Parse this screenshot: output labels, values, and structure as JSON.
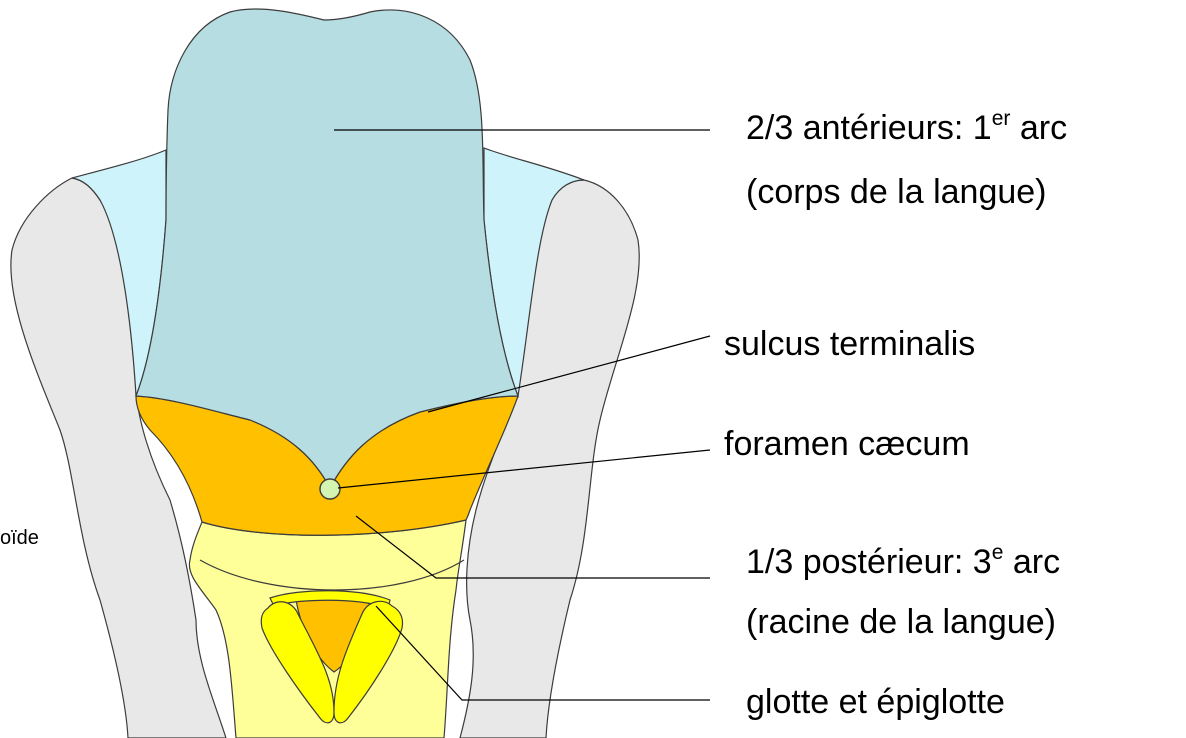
{
  "labels": {
    "anterior": {
      "line1_before": "2/3 antérieurs: 1",
      "line1_sup": "er",
      "line1_after": " arc",
      "line2": "(corps de la langue)"
    },
    "sulcus": "sulcus terminalis",
    "foramen": "foramen cæcum",
    "posterior": {
      "line1_before": "1/3 postérieur: 3",
      "line1_sup": "e",
      "line1_after": " arc",
      "line2": "(racine de la langue)"
    },
    "glotte": "glotte et épiglotte",
    "cut_left": "oïde"
  },
  "colors": {
    "outline": "#3c3c3c",
    "arch_gray": "#e8e8e8",
    "first_arch_blue": "#b6dde1",
    "lateral_light_blue": "#cff3fa",
    "third_arch_orange": "#ffc000",
    "root_yellow": "#ffff99",
    "glottis_yellow": "#ffff00",
    "epiglottis_orange": "#ffc000",
    "foramen_green": "#d4f4b2",
    "leader_line": "#000000"
  }
}
